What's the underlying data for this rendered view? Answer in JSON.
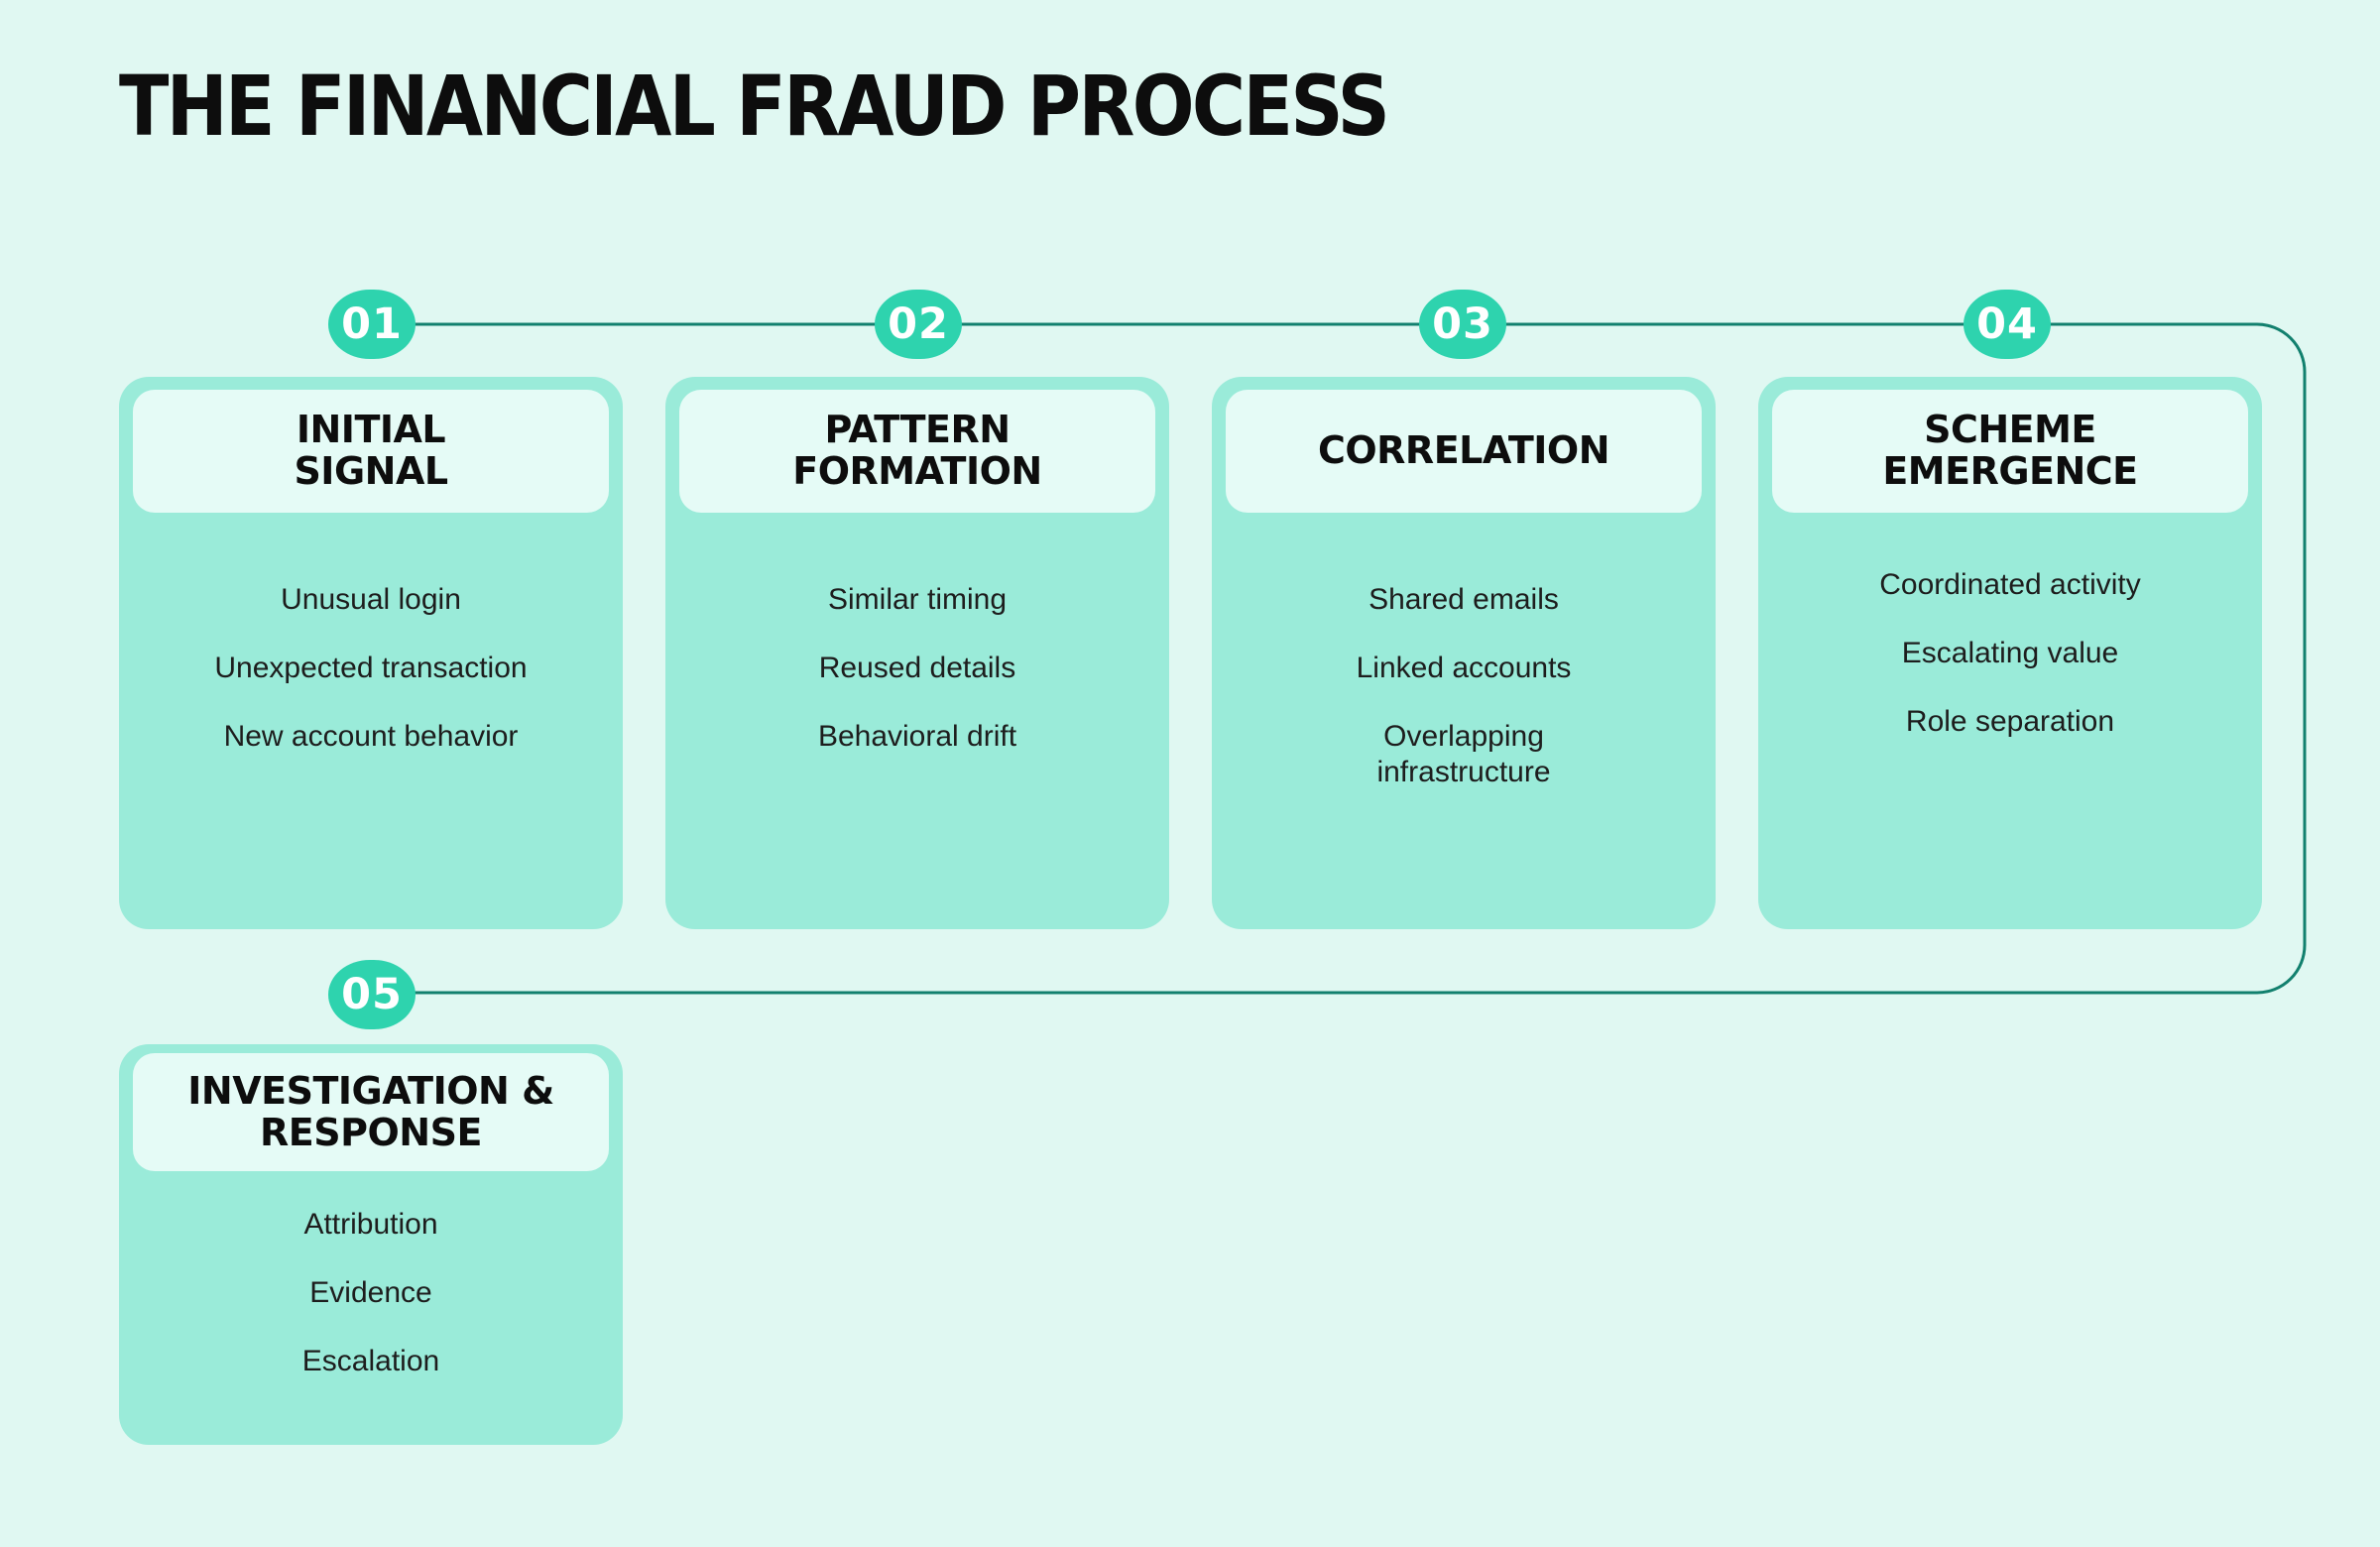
{
  "title": "THE FINANCIAL FRAUD PROCESS",
  "colors": {
    "background": "#E0F8F2",
    "card_fill": "#9AEBD9",
    "card_header_fill": "#E5FBF6",
    "badge_fill": "#2ED3AE",
    "badge_text": "#FFFFFF",
    "connector_line": "#12806E",
    "heading_text": "#0D0D0D",
    "item_text": "#1D1D1D"
  },
  "steps": [
    {
      "number": "01",
      "title": "INITIAL\nSIGNAL",
      "items": [
        "Unusual login",
        "Unexpected transaction",
        "New account behavior"
      ]
    },
    {
      "number": "02",
      "title": "PATTERN\nFORMATION",
      "items": [
        "Similar timing",
        "Reused details",
        "Behavioral drift"
      ]
    },
    {
      "number": "03",
      "title": "CORRELATION",
      "items": [
        "Shared emails",
        "Linked accounts",
        "Overlapping\ninfrastructure"
      ]
    },
    {
      "number": "04",
      "title": "SCHEME\nEMERGENCE",
      "items": [
        "Coordinated activity",
        "Escalating value",
        "Role separation"
      ]
    },
    {
      "number": "05",
      "title": "INVESTIGATION &\nRESPONSE",
      "items": [
        "Attribution",
        "Evidence",
        "Escalation"
      ]
    }
  ]
}
